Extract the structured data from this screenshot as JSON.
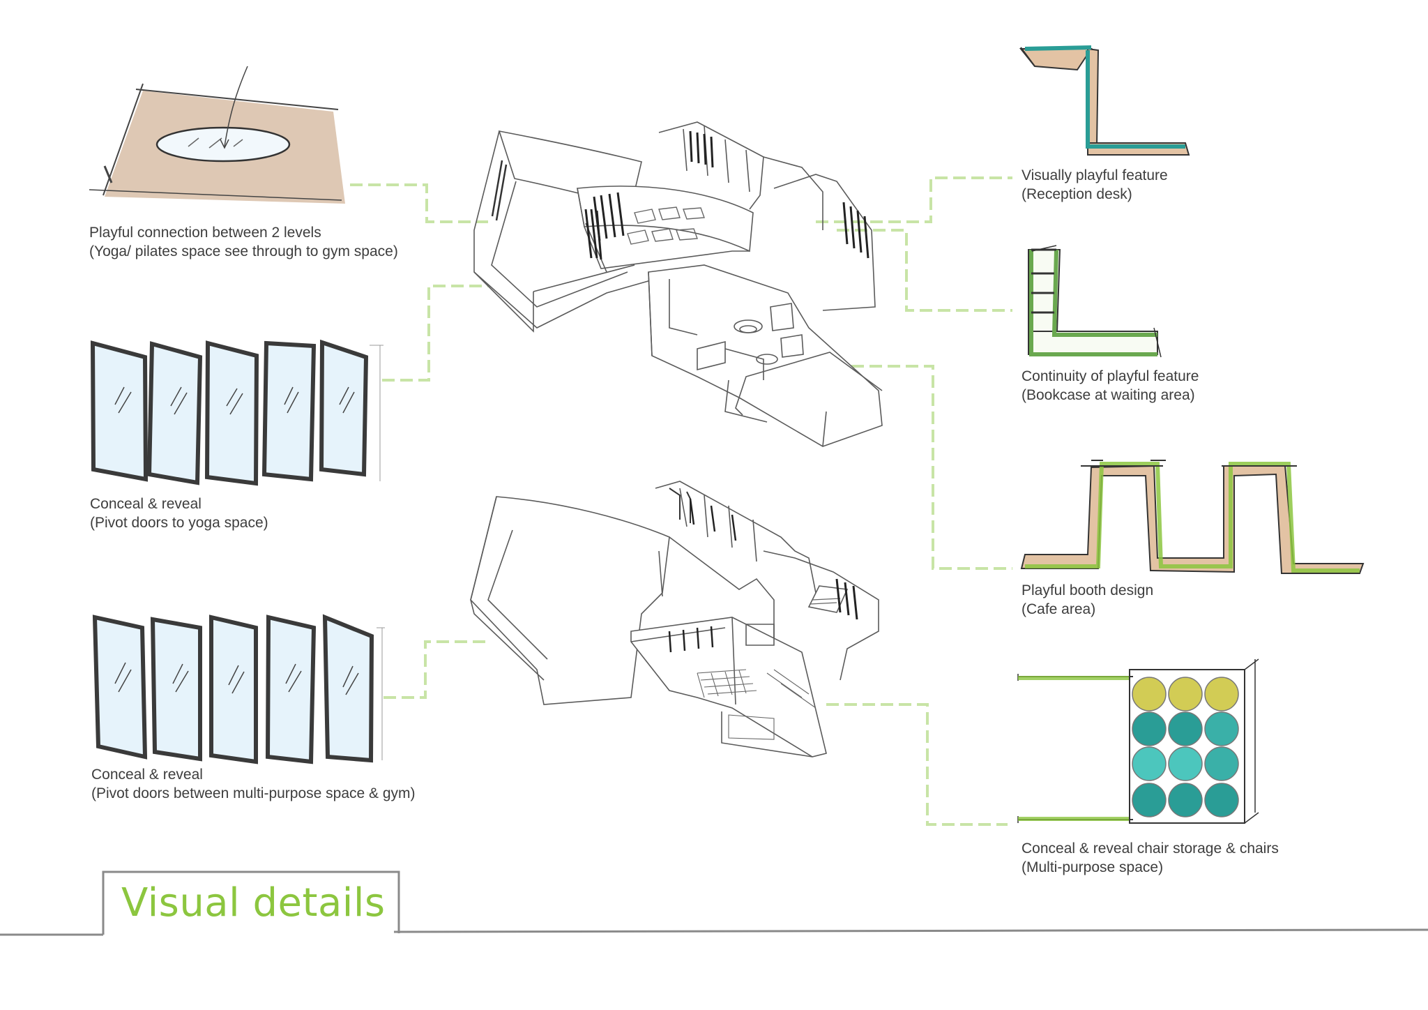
{
  "page": {
    "title": "Visual details"
  },
  "colors": {
    "accent_green": "#8cc63f",
    "connector_green": "#c8e4a6",
    "wood": "#e3c3a4",
    "teal": "#2a9d96",
    "teal_light": "#4cc6bd",
    "mustard": "#d2cc55",
    "glass": "#e6f3fb",
    "line": "#555555"
  },
  "details": [
    {
      "id": "yoga-opening",
      "side": "left",
      "line1": "Playful connection between 2 levels",
      "line2": "(Yoga/ pilates space see through to gym space)",
      "icon": "ellipse-opening-sketch"
    },
    {
      "id": "pivot-yoga",
      "side": "left",
      "line1": "Conceal & reveal",
      "line2": "(Pivot doors to yoga space)",
      "icon": "pivot-doors-sketch"
    },
    {
      "id": "pivot-mp",
      "side": "left",
      "line1": "Conceal & reveal",
      "line2": "(Pivot doors between multi-purpose space & gym)",
      "icon": "pivot-doors-sketch"
    },
    {
      "id": "reception",
      "side": "right",
      "line1": "Visually playful feature",
      "line2": "(Reception desk)",
      "icon": "z-desk-sketch"
    },
    {
      "id": "bookcase",
      "side": "right",
      "line1": "Continuity of playful feature",
      "line2": "(Bookcase at waiting area)",
      "icon": "l-bookcase-sketch"
    },
    {
      "id": "booth",
      "side": "right",
      "line1": "Playful booth design",
      "line2": "(Cafe area)",
      "icon": "meander-booth-sketch"
    },
    {
      "id": "chair-storage",
      "side": "right",
      "line1": "Conceal & reveal chair storage & chairs",
      "line2": "(Multi-purpose space)",
      "icon": "chair-storage-sketch"
    }
  ],
  "plans": [
    {
      "id": "upper-level-axonometric",
      "icon": "floor-plan-axonometric"
    },
    {
      "id": "lower-level-axonometric",
      "icon": "floor-plan-axonometric"
    }
  ]
}
